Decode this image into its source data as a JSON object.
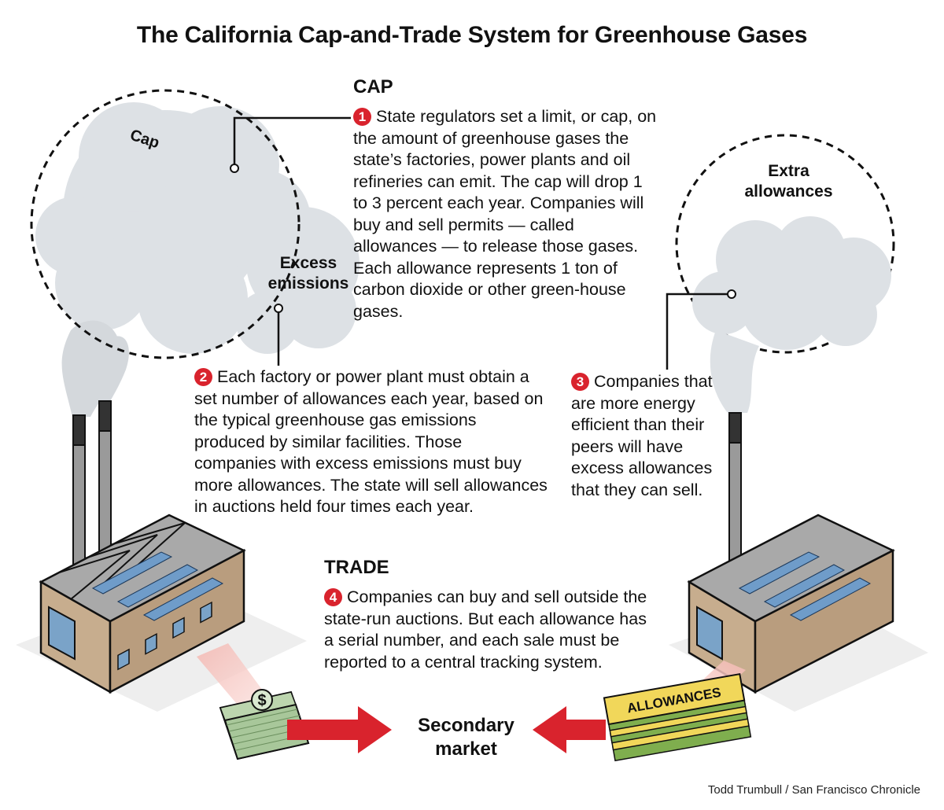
{
  "title": "The California Cap-and-Trade System for Greenhouse Gases",
  "cap": {
    "heading": "CAP",
    "step1": {
      "number": "1",
      "text": "State regulators set a limit, or cap, on the amount of greenhouse gases the state’s factories, power plants and oil refineries can emit. The cap will drop 1 to 3 percent each year. Companies will buy and sell permits — called allowances — to release those gases. Each allowance represents 1 ton of carbon dioxide or other green-house gases."
    },
    "step2": {
      "number": "2",
      "text": "Each factory or power plant must obtain a set number of allowances each year, based on the typical greenhouse gas emissions produced by similar facilities. Those companies with excess emissions must buy more allowances. The state will sell allowances in auctions held four times each year."
    },
    "step3": {
      "number": "3",
      "text": "Companies that are more energy efficient than their peers will have excess allowances that they can sell."
    }
  },
  "trade": {
    "heading": "TRADE",
    "step4": {
      "number": "4",
      "text": "Companies can buy and sell outside the state-run auctions. But each allowance has a serial number, and each sale must be reported to a central tracking system."
    }
  },
  "labels": {
    "cap": "Cap",
    "excess_emissions": "Excess emissions",
    "extra_allowances": "Extra allowances",
    "allowances": "ALLOWANCES",
    "secondary_market": "Secondary market"
  },
  "credit": "Todd Trumbull / San Francisco Chronicle",
  "colors": {
    "accent_red": "#d9232d",
    "smoke": "#dde1e5",
    "building": "#c7ad8e",
    "roof": "#a9a9a9",
    "solar": "#6f9cc9",
    "allowance_paper": "#f1d75a",
    "allowance_edge": "#7fae4e",
    "money": "#a8c79a"
  }
}
